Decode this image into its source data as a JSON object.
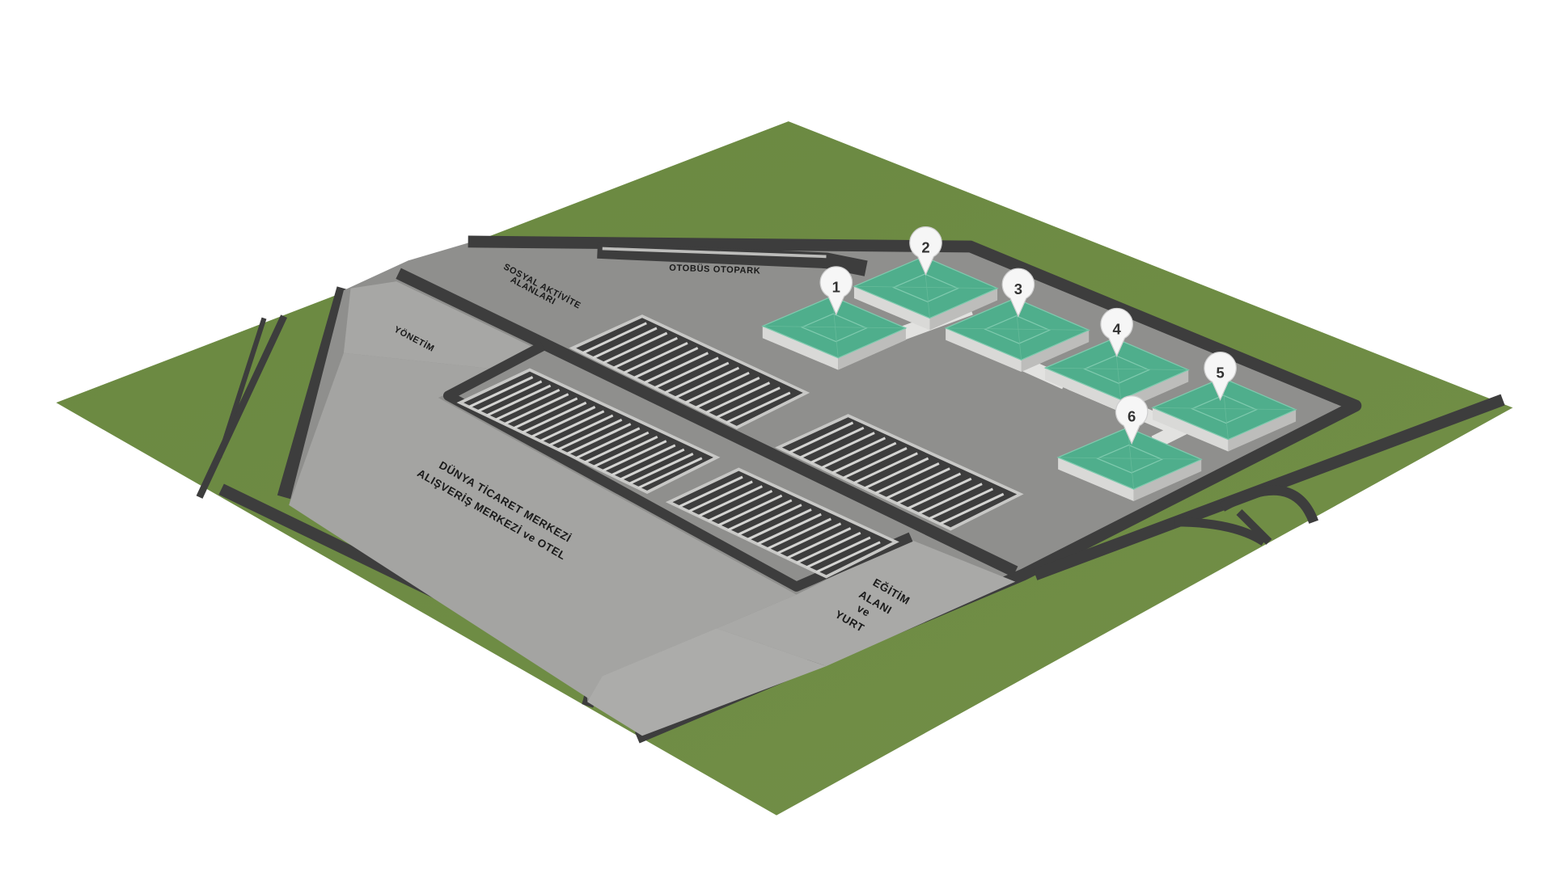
{
  "labels": {
    "bus_parking": "OTOBÜS OTOPARK",
    "social_1": "SOSYAL AKTİVİTE",
    "social_2": "ALANLARI",
    "management": "YÖNETİM",
    "wtc_1": "DÜNYA TİCARET MERKEZİ",
    "wtc_2": "ALIŞVERİŞ MERKEZİ ve OTEL",
    "edu_1": "EĞİTİM",
    "edu_2": "ALANI",
    "edu_3": "ve",
    "edu_4": "YURT"
  },
  "halls": [
    {
      "number": "1"
    },
    {
      "number": "2"
    },
    {
      "number": "3"
    },
    {
      "number": "4"
    },
    {
      "number": "5"
    },
    {
      "number": "6"
    }
  ],
  "colors": {
    "grass": "#6b8a43",
    "road": "#3d3d3d",
    "lot": "#8e8e8c",
    "zone": "#a6a6a4",
    "hall_roof": "#4fae8c"
  }
}
